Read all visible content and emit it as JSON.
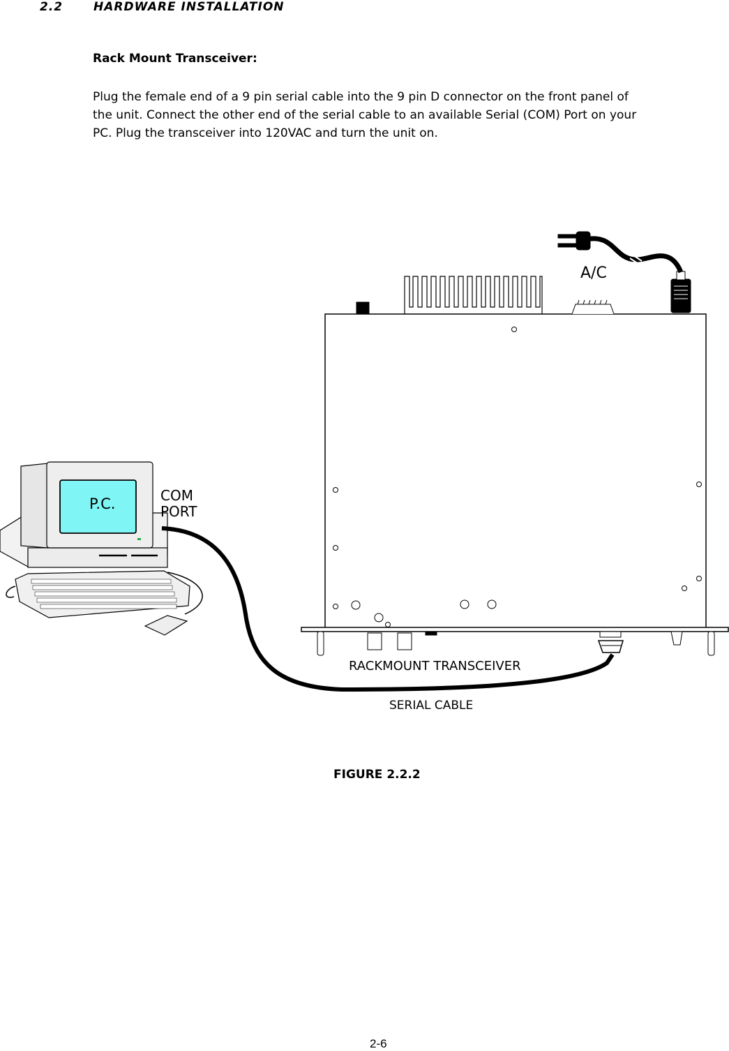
{
  "section": {
    "number": "2.2",
    "title": "HARDWARE INSTALLATION"
  },
  "subheading": "Rack Mount Transceiver:",
  "paragraph": "Plug the female end of a 9 pin serial cable into the 9 pin D connector on the front panel of\nthe unit. Connect the other end of the serial cable to an available Serial (COM) Port on your\nPC. Plug the transceiver into 120VAC and turn the unit on.",
  "figure": {
    "pc_label": "P.C.",
    "com_label_line1": "COM",
    "com_label_line2": "PORT",
    "ac_label": "A/C",
    "transceiver_label": "RACKMOUNT TRANSCEIVER",
    "cable_label": "SERIAL CABLE",
    "screen_color": "#7ff5f5"
  },
  "caption": "FIGURE 2.2.2",
  "page_number": "2-6"
}
